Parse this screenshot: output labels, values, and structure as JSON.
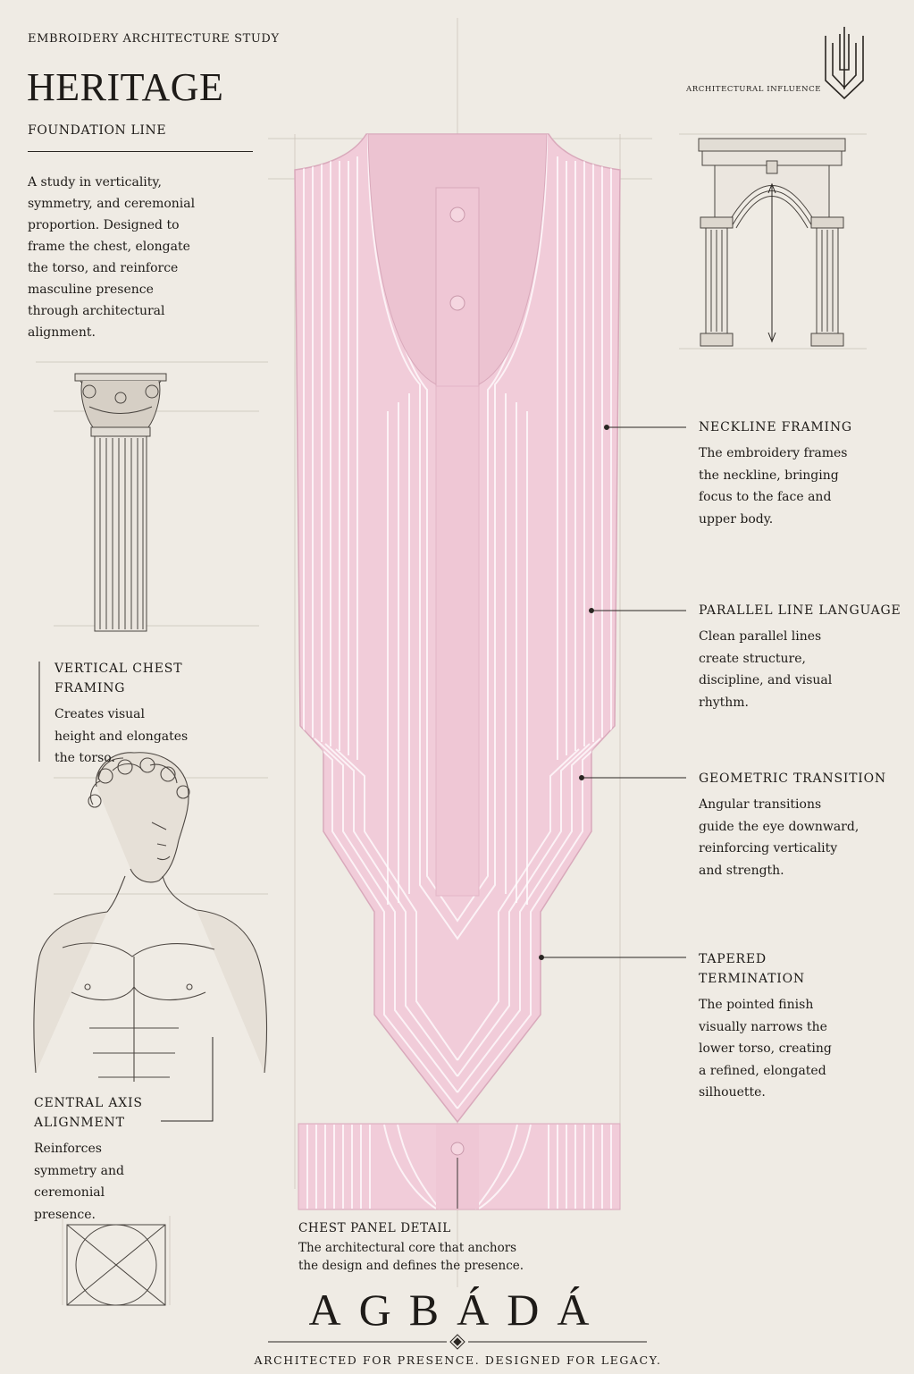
{
  "header": {
    "eyebrow": "EMBROIDERY ARCHITECTURE STUDY",
    "title": "HERITAGE",
    "subtitle": "FOUNDATION LINE",
    "intro": "A study in verticality, symmetry, and ceremonial proportion. Designed to frame the chest, elongate the torso, and reinforce masculine presence through architectural alignment."
  },
  "architectural_influence_label": "ARCHITECTURAL INFLUENCE",
  "left_annotations": {
    "vertical": {
      "title": "VERTICAL CHEST FRAMING",
      "text": "Creates visual height and elongates the torso."
    },
    "axis": {
      "title": "CENTRAL AXIS ALIGNMENT",
      "text": "Reinforces symmetry and ceremonial presence."
    }
  },
  "right_annotations": [
    {
      "title": "NECKLINE FRAMING",
      "text": "The embroidery frames the neckline, bringing focus to the face and upper body."
    },
    {
      "title": "PARALLEL LINE LANGUAGE",
      "text": "Clean parallel lines create structure, discipline, and visual rhythm."
    },
    {
      "title": "GEOMETRIC TRANSITION",
      "text": "Angular transitions guide the eye downward, reinforcing verticality and strength."
    },
    {
      "title": "TAPERED TERMINATION",
      "text": "The pointed finish visually narrows the lower torso, creating a refined, elongated silhouette."
    }
  ],
  "chest_detail": {
    "title": "CHEST PANEL DETAIL",
    "text": "The architectural core that anchors the design and defines the presence."
  },
  "brand": {
    "name": "AGBÁDÁ",
    "tagline": "ARCHITECTED FOR PRESENCE. DESIGNED FOR LEGACY."
  },
  "colors": {
    "background": "#efebe4",
    "fabric": "#f1ccd9",
    "fabric_shadow": "#d9a9bb",
    "ink": "#1e1b18"
  }
}
